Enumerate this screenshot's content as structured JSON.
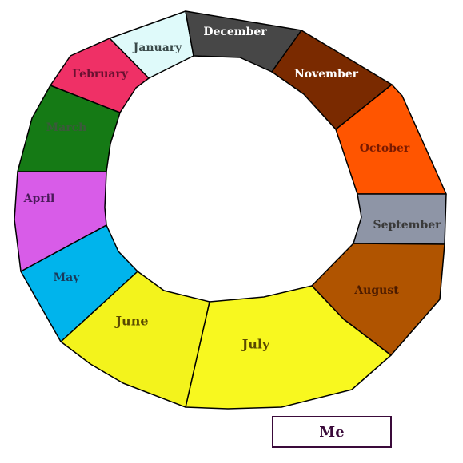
{
  "wheel": {
    "segments": [
      {
        "key": "january",
        "label": "January",
        "fill": "#dffafa",
        "text_color": "#3a4a4a"
      },
      {
        "key": "december",
        "label": "December",
        "fill": "#474747",
        "text_color": "#ffffff"
      },
      {
        "key": "november",
        "label": "November",
        "fill": "#7a2a00",
        "text_color": "#ffffff"
      },
      {
        "key": "october",
        "label": "October",
        "fill": "#ff5500",
        "text_color": "#7a1a00"
      },
      {
        "key": "september",
        "label": "September",
        "fill": "#8e95a6",
        "text_color": "#3a3a3a"
      },
      {
        "key": "august",
        "label": "August",
        "fill": "#b05400",
        "text_color": "#4a1a00"
      },
      {
        "key": "july",
        "label": "July",
        "fill": "#f8f81f",
        "text_color": "#5a4a00"
      },
      {
        "key": "june",
        "label": "June",
        "fill": "#f3f31c",
        "text_color": "#5a4a00"
      },
      {
        "key": "may",
        "label": "May",
        "fill": "#00b4ec",
        "text_color": "#1a3a5a"
      },
      {
        "key": "april",
        "label": "April",
        "fill": "#d85ce8",
        "text_color": "#4a1a5a"
      },
      {
        "key": "march",
        "label": "March",
        "fill": "#157a15",
        "text_color": "#3a5a3a"
      },
      {
        "key": "february",
        "label": "February",
        "fill": "#ef3066",
        "text_color": "#6a1030"
      }
    ]
  },
  "legend": {
    "label": "Me"
  }
}
